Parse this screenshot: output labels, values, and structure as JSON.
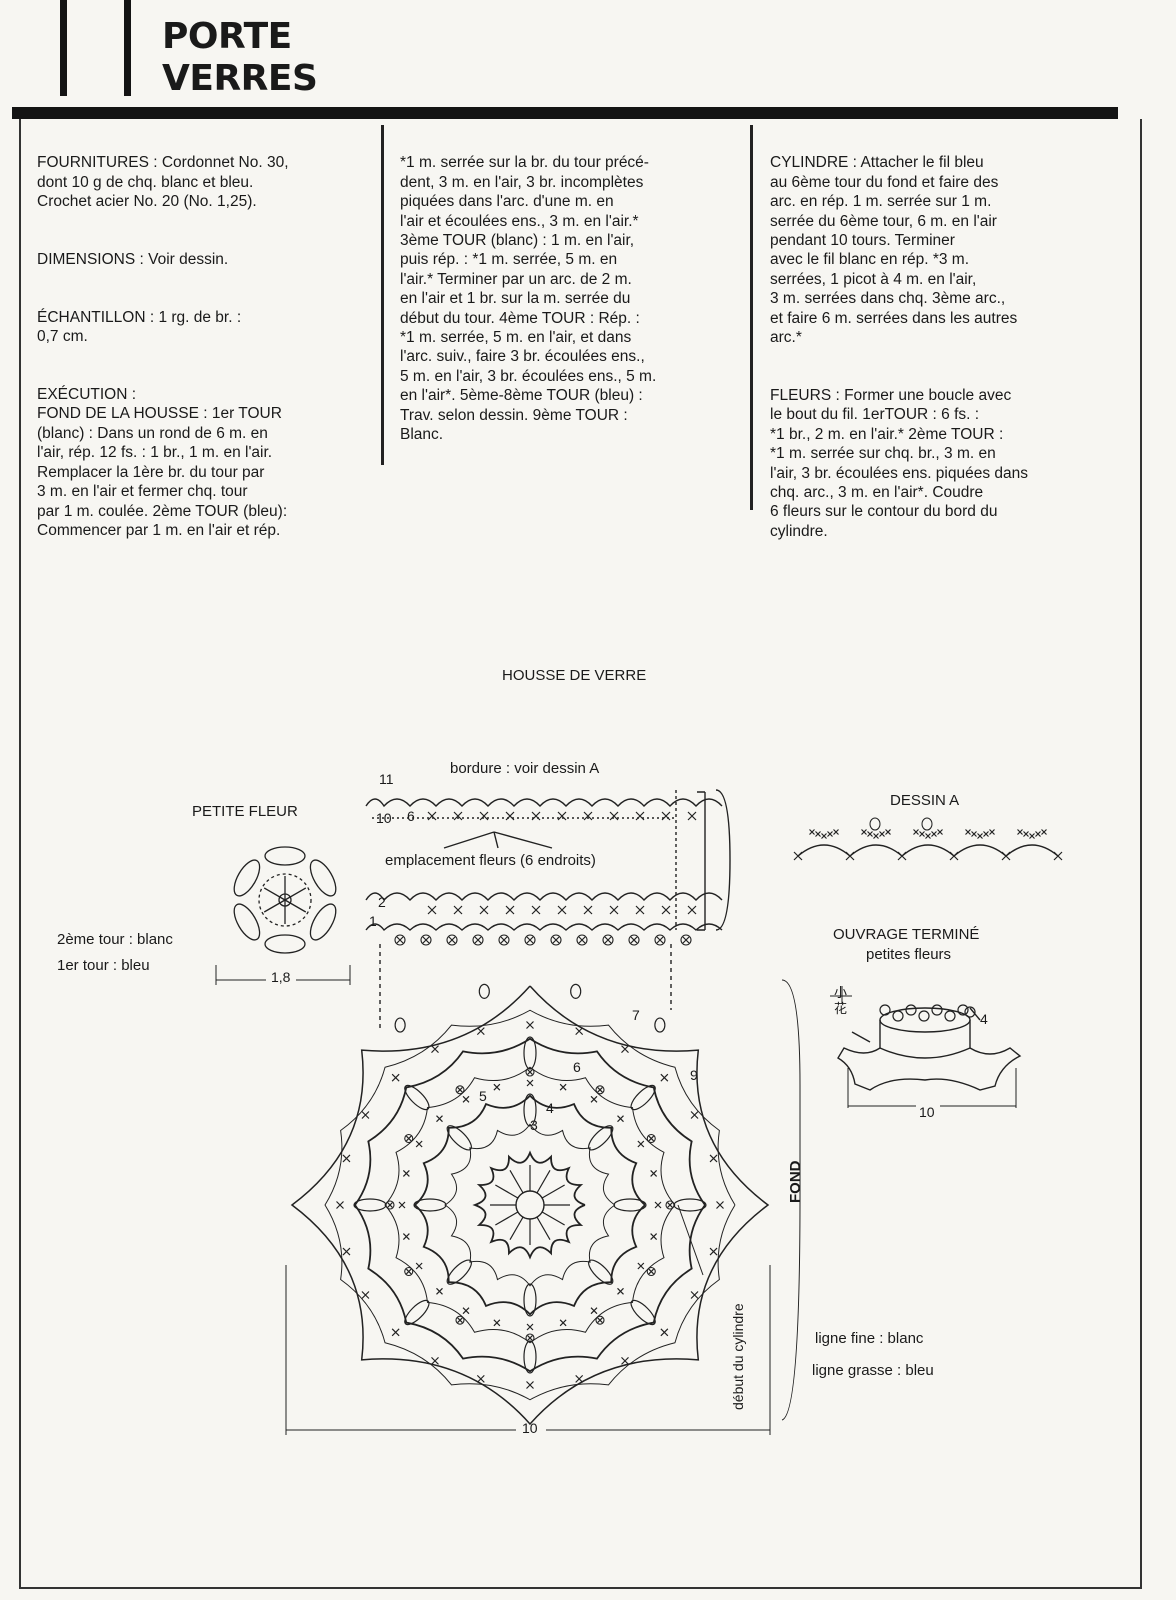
{
  "header": {
    "title_line1": "PORTE",
    "title_line2": "VERRES"
  },
  "columns": {
    "col1": {
      "fournitures": "FOURNITURES : Cordonnet No. 30,\ndont 10 g de chq. blanc et bleu.\nCrochet acier No. 20 (No. 1,25).",
      "dimensions": "DIMENSIONS : Voir dessin.",
      "echantillon": "ÉCHANTILLON : 1 rg. de br. :\n0,7 cm.",
      "execution": "EXÉCUTION :\nFOND DE LA HOUSSE : 1er TOUR\n(blanc) : Dans un rond de 6 m. en\nl'air, rép. 12 fs. : 1 br., 1 m. en l'air.\nRemplacer la 1ère br. du tour par\n3 m. en l'air et fermer chq. tour\npar 1 m. coulée. 2ème TOUR (bleu):\nCommencer par 1 m. en l'air et rép."
    },
    "col2": {
      "text": "*1 m. serrée sur la br. du tour précé-\ndent, 3 m. en l'air, 3 br. incomplètes\npiquées dans l'arc. d'une m. en\nl'air et écoulées ens., 3 m. en l'air.*\n3ème TOUR (blanc) : 1 m. en l'air,\npuis rép. : *1 m. serrée, 5 m. en\nl'air.* Terminer par un arc. de 2 m.\nen l'air et 1 br. sur la m. serrée du\ndébut du tour. 4ème TOUR : Rép. :\n*1 m. serrée, 5 m. en l'air, et dans\nl'arc. suiv., faire 3 br. écoulées ens.,\n5 m. en l'air, 3 br. écoulées ens., 5 m.\nen l'air*. 5ème-8ème TOUR (bleu) :\nTrav. selon dessin. 9ème TOUR :\nBlanc."
    },
    "col3": {
      "cylindre": "CYLINDRE : Attacher le fil bleu\nau 6ème tour du fond et faire des\narc. en rép. 1 m. serrée sur 1 m.\nserrée du 6ème tour, 6 m. en l'air\npendant 10 tours. Terminer\navec le fil blanc en rép. *3 m.\nserrées, 1 picot à 4 m. en l'air,\n3 m. serrées dans chq. 3ème arc.,\net faire 6 m. serrées dans les autres\narc.*",
      "fleurs": "FLEURS : Former une boucle avec\nle bout du fil. 1erTOUR : 6 fs. :\n*1 br., 2 m. en l'air.* 2ème TOUR :\n*1 m. serrée sur chq. br., 3 m. en\nl'air, 3 br. écoulées ens. piquées dans\nchq. arc., 3 m. en l'air*. Coudre\n6 fleurs sur le contour du bord du\ncylindre."
    }
  },
  "diagram": {
    "housse_title": "HOUSSE DE VERRE",
    "bordure": "bordure : voir dessin A",
    "emplacement": "emplacement fleurs (6 endroits)",
    "petite_fleur": "PETITE FLEUR",
    "tour2": "2ème tour : blanc",
    "tour1": "1er tour : bleu",
    "fleur_dim": "1,8",
    "dessin_a": "DESSIN A",
    "ouvrage": "OUVRAGE TERMINÉ",
    "petites_fleurs": "petites fleurs",
    "cjk_mark": "小\n花",
    "dim_4": "4",
    "dim_10_small": "10",
    "fond": "FOND",
    "debut_cylindre": "début du cylindre",
    "ligne_fine": "ligne fine : blanc",
    "ligne_grasse": "ligne grasse : bleu",
    "dim_10_main": "10",
    "row_11": "11",
    "row_10": "10",
    "row_2": "2",
    "row_1": "1",
    "row_9": "9",
    "st_6": "6",
    "st_7": "7",
    "st_5": "5",
    "st_4": "4",
    "st_3": "3"
  }
}
